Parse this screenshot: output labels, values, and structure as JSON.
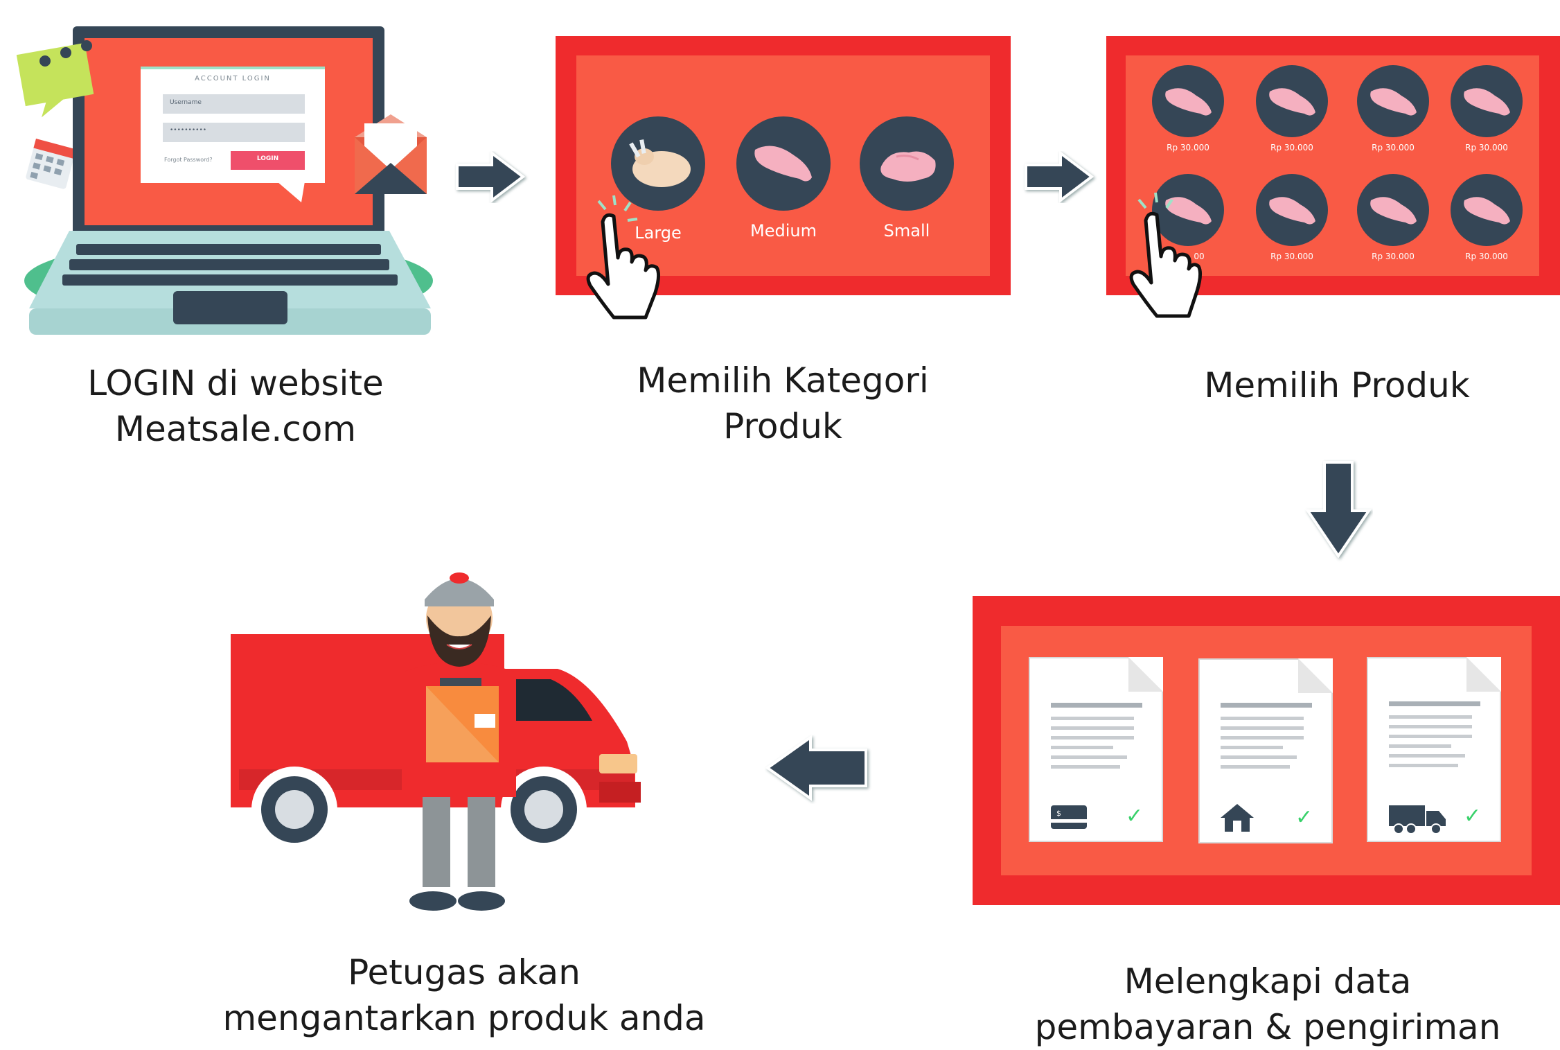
{
  "steps": {
    "login": {
      "caption_line1": "LOGIN di website",
      "caption_line2": "Meatsale.com",
      "form_title": "ACCOUNT LOGIN",
      "username_placeholder": "Username",
      "password_mask": "••••••••••",
      "forgot_label": "Forgot Password?",
      "login_button": "LOGIN"
    },
    "category": {
      "caption_line1": "Memilih Kategori",
      "caption_line2": "Produk",
      "options": [
        "Large",
        "Medium",
        "Small"
      ]
    },
    "product": {
      "caption": "Memilih Produk",
      "price": "Rp 30.000",
      "partial_price": "00"
    },
    "checkout": {
      "caption_line1": "Melengkapi data",
      "caption_line2": "pembayaran & pengiriman",
      "docs": [
        "card-icon",
        "house-icon",
        "truck-icon"
      ]
    },
    "delivery": {
      "caption_line1": "Petugas akan",
      "caption_line2": "mengantarkan produk anda"
    }
  },
  "colors": {
    "red": "#ef2b2d",
    "orange": "#f95a45",
    "navy": "#354656",
    "check_green": "#38d16a",
    "arrow": "#354656"
  }
}
